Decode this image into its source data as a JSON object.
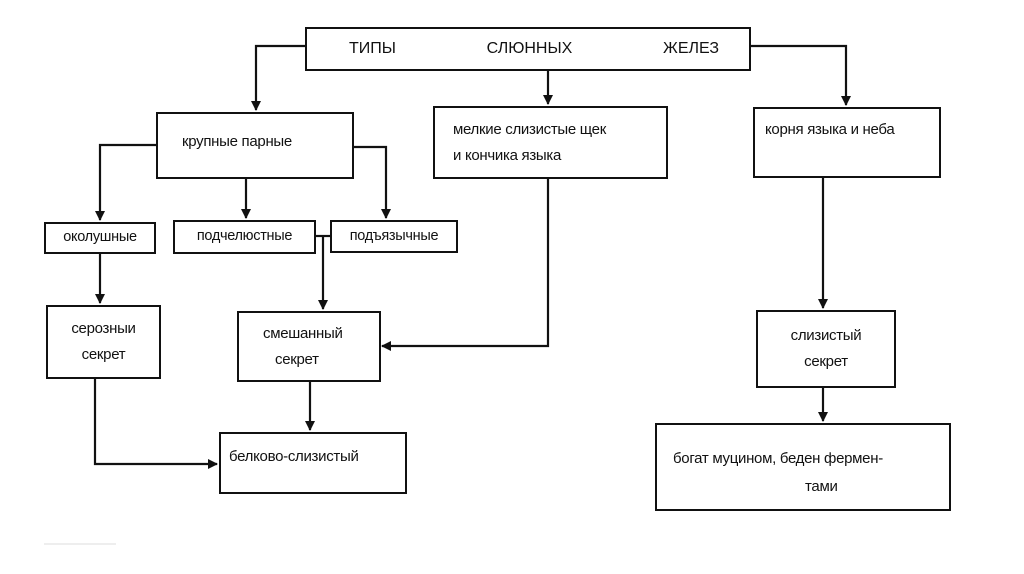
{
  "diagram": {
    "title": {
      "words": [
        "ТИПЫ",
        "СЛЮННЫХ",
        "ЖЕЛЕЗ"
      ]
    },
    "nodes": {
      "large_paired": {
        "lines": [
          "крупные парные"
        ]
      },
      "small_mucous": {
        "lines": [
          "мелкие слизистые щек",
          "и кончика языка"
        ]
      },
      "tongue_root": {
        "lines": [
          "корня языка и неба"
        ]
      },
      "parotid": {
        "lines": [
          "околушные"
        ]
      },
      "submandibular": {
        "lines": [
          "подчелюстные"
        ]
      },
      "sublingual": {
        "lines": [
          "подъязычные"
        ]
      },
      "serous_secretion": {
        "lines": [
          "серозныи",
          "секрет"
        ]
      },
      "mixed_secretion": {
        "lines": [
          "смешанный",
          "секрет"
        ]
      },
      "protein_mucous": {
        "lines": [
          "белково-слизистый"
        ]
      },
      "mucous_secretion": {
        "lines": [
          "слизистый",
          "секрет"
        ]
      },
      "mucin_rich": {
        "lines": [
          "богат муцином, беден фермен-",
          "тами"
        ]
      }
    },
    "edges": [
      {
        "from": "title",
        "to": "large_paired"
      },
      {
        "from": "title",
        "to": "small_mucous"
      },
      {
        "from": "title",
        "to": "tongue_root"
      },
      {
        "from": "large_paired",
        "to": "parotid"
      },
      {
        "from": "large_paired",
        "to": "submandibular"
      },
      {
        "from": "large_paired",
        "to": "sublingual"
      },
      {
        "from": "parotid",
        "to": "serous_secretion"
      },
      {
        "from": "submandibular",
        "to": "mixed_secretion"
      },
      {
        "from": "sublingual",
        "to": "mixed_secretion"
      },
      {
        "from": "small_mucous",
        "to": "mixed_secretion"
      },
      {
        "from": "serous_secretion",
        "to": "protein_mucous"
      },
      {
        "from": "mixed_secretion",
        "to": "protein_mucous"
      },
      {
        "from": "tongue_root",
        "to": "mucous_secretion"
      },
      {
        "from": "mucous_secretion",
        "to": "mucin_rich"
      }
    ],
    "colors": {
      "stroke": "#111111",
      "background": "#ffffff"
    }
  }
}
